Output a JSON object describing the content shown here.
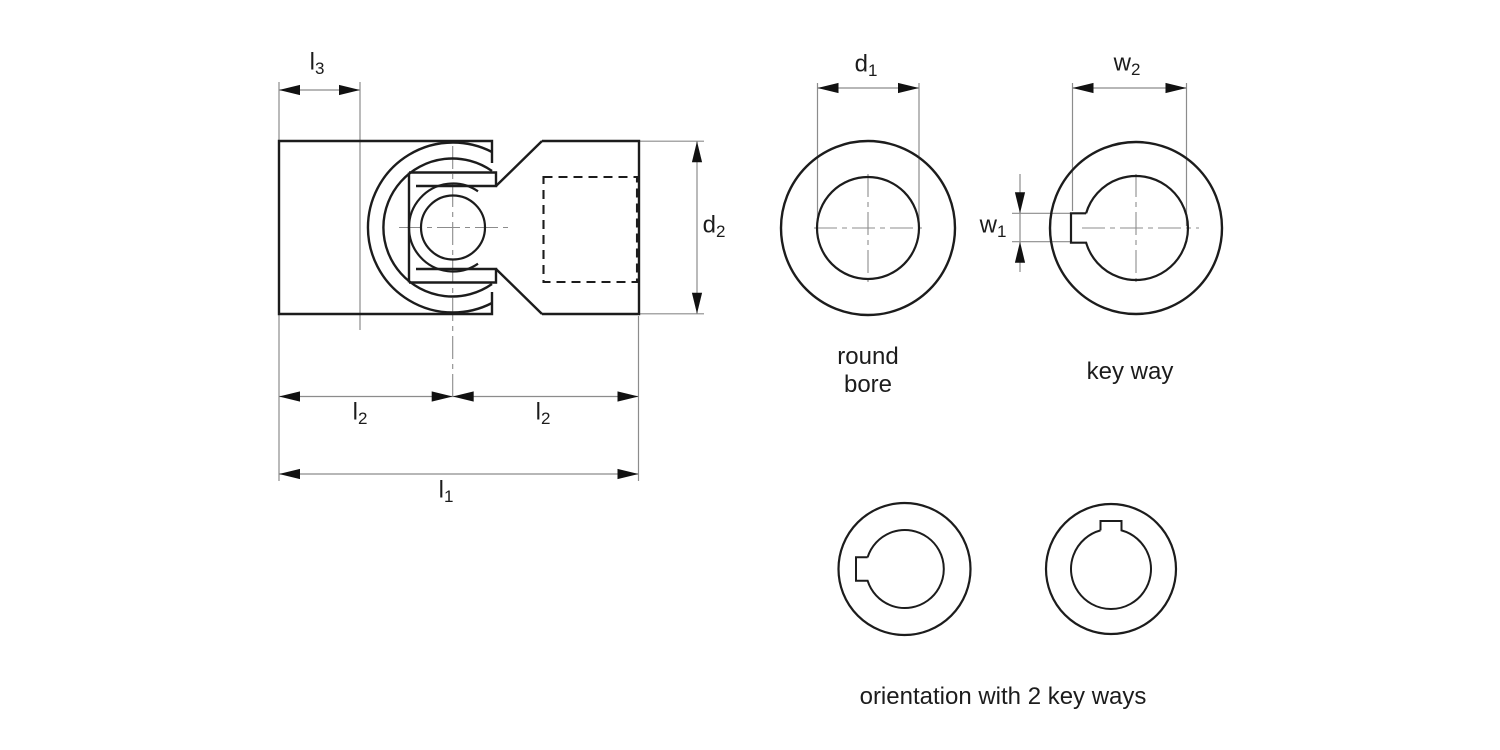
{
  "diagram": {
    "type": "technical-drawing",
    "subject": "universal-joint-dimension-drawing",
    "colors": {
      "background": "#ffffff",
      "line": "#1c1c1c",
      "dimension_line": "#8c8c8c",
      "arrow": "#111111"
    },
    "dimension_labels": {
      "l3": {
        "base": "l",
        "sub": "3"
      },
      "l2_left": {
        "base": "l",
        "sub": "2"
      },
      "l2_right": {
        "base": "l",
        "sub": "2"
      },
      "l1": {
        "base": "l",
        "sub": "1"
      },
      "d2": {
        "base": "d",
        "sub": "2"
      },
      "d1": {
        "base": "d",
        "sub": "1"
      },
      "w2": {
        "base": "w",
        "sub": "2"
      },
      "w1": {
        "base": "w",
        "sub": "1"
      }
    },
    "captions": {
      "round_bore": {
        "line1": "round",
        "line2": "bore"
      },
      "key_way": "key way",
      "orientation": "orientation with 2 key ways"
    }
  }
}
